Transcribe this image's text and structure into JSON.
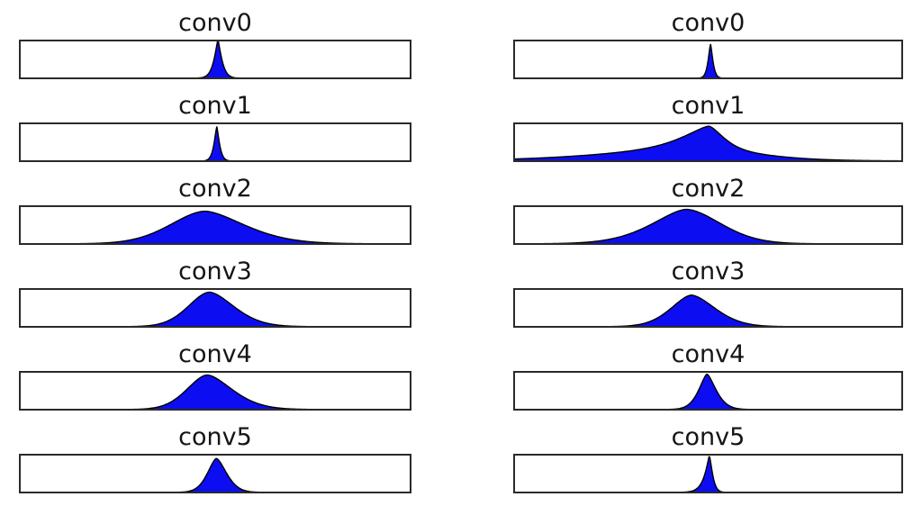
{
  "page": {
    "background": "#ffffff",
    "kind": "matplotlib-style figure, 6 rows x 2 columns of horizontal density strips, no axis ticks or labels"
  },
  "style": {
    "density_fill_color": "#0d0df2",
    "density_line_color": "#000000",
    "frame_color": "#2a2a2a",
    "title_color": "#151515"
  },
  "chart_data": {
    "type": "area",
    "subtype": "density-grid",
    "grid": {
      "rows": 6,
      "cols": 2
    },
    "axes": {
      "ticks": false,
      "labels": false,
      "frame": true
    },
    "note": "Each panel is a framed strip containing one blue filled density curve. x is normalized 0-1 across the panel; peak_height is fraction of panel inner height. Components: weight * exp(-0.5*(|x-center|/sigma_side)^exp_side).",
    "columns": [
      {
        "name": "left",
        "panels": [
          {
            "title": "conv0",
            "peak_x": 0.507,
            "peak_height": 1.0,
            "components": [
              {
                "center": 0.507,
                "weight": 1,
                "sigma_left": 0.0075,
                "sigma_right": 0.0075,
                "exp_left": 1.25,
                "exp_right": 1.25
              }
            ]
          },
          {
            "title": "conv1",
            "peak_x": 0.504,
            "peak_height": 0.92,
            "components": [
              {
                "center": 0.504,
                "weight": 1,
                "sigma_left": 0.0055,
                "sigma_right": 0.0055,
                "exp_left": 1.3,
                "exp_right": 1.3
              }
            ]
          },
          {
            "title": "conv2",
            "peak_x": 0.474,
            "peak_height": 0.87,
            "components": [
              {
                "center": 0.474,
                "weight": 1,
                "sigma_left": 0.085,
                "sigma_right": 0.095,
                "exp_left": 1.8,
                "exp_right": 1.65
              }
            ]
          },
          {
            "title": "conv3",
            "peak_x": 0.485,
            "peak_height": 0.92,
            "components": [
              {
                "center": 0.485,
                "weight": 1,
                "sigma_left": 0.052,
                "sigma_right": 0.06,
                "exp_left": 1.8,
                "exp_right": 1.7
              }
            ]
          },
          {
            "title": "conv4",
            "peak_x": 0.48,
            "peak_height": 0.92,
            "components": [
              {
                "center": 0.48,
                "weight": 1,
                "sigma_left": 0.05,
                "sigma_right": 0.06,
                "exp_left": 1.8,
                "exp_right": 1.65
              }
            ]
          },
          {
            "title": "conv5",
            "peak_x": 0.503,
            "peak_height": 0.9,
            "components": [
              {
                "center": 0.503,
                "weight": 1,
                "sigma_left": 0.021,
                "sigma_right": 0.024,
                "exp_left": 1.6,
                "exp_right": 1.6
              }
            ]
          }
        ]
      },
      {
        "name": "right",
        "panels": [
          {
            "title": "conv0",
            "peak_x": 0.506,
            "peak_height": 0.91,
            "components": [
              {
                "center": 0.506,
                "weight": 1,
                "sigma_left": 0.005,
                "sigma_right": 0.005,
                "exp_left": 1.35,
                "exp_right": 1.35
              }
            ]
          },
          {
            "title": "conv1",
            "peak_x": 0.501,
            "peak_height": 0.93,
            "components": [
              {
                "center": 0.5,
                "weight": 0.42,
                "sigma_left": 0.21,
                "sigma_right": 0.1,
                "exp_left": 1.6,
                "exp_right": 1.4
              },
              {
                "center": 0.502,
                "weight": 0.58,
                "sigma_left": 0.055,
                "sigma_right": 0.032,
                "exp_left": 1.4,
                "exp_right": 1.5
              }
            ]
          },
          {
            "title": "conv2",
            "peak_x": 0.443,
            "peak_height": 0.92,
            "components": [
              {
                "center": 0.443,
                "weight": 1,
                "sigma_left": 0.082,
                "sigma_right": 0.086,
                "exp_left": 1.6,
                "exp_right": 1.8
              }
            ]
          },
          {
            "title": "conv3",
            "peak_x": 0.457,
            "peak_height": 0.84,
            "components": [
              {
                "center": 0.457,
                "weight": 1,
                "sigma_left": 0.05,
                "sigma_right": 0.058,
                "exp_left": 1.7,
                "exp_right": 1.7
              }
            ]
          },
          {
            "title": "conv4",
            "peak_x": 0.497,
            "peak_height": 0.94,
            "components": [
              {
                "center": 0.497,
                "weight": 1,
                "sigma_left": 0.019,
                "sigma_right": 0.021,
                "exp_left": 1.5,
                "exp_right": 1.5
              }
            ]
          },
          {
            "title": "conv5",
            "peak_x": 0.503,
            "peak_height": 0.95,
            "components": [
              {
                "center": 0.503,
                "weight": 1,
                "sigma_left": 0.0085,
                "sigma_right": 0.0065,
                "exp_left": 1.15,
                "exp_right": 1.35
              }
            ]
          }
        ]
      }
    ]
  }
}
